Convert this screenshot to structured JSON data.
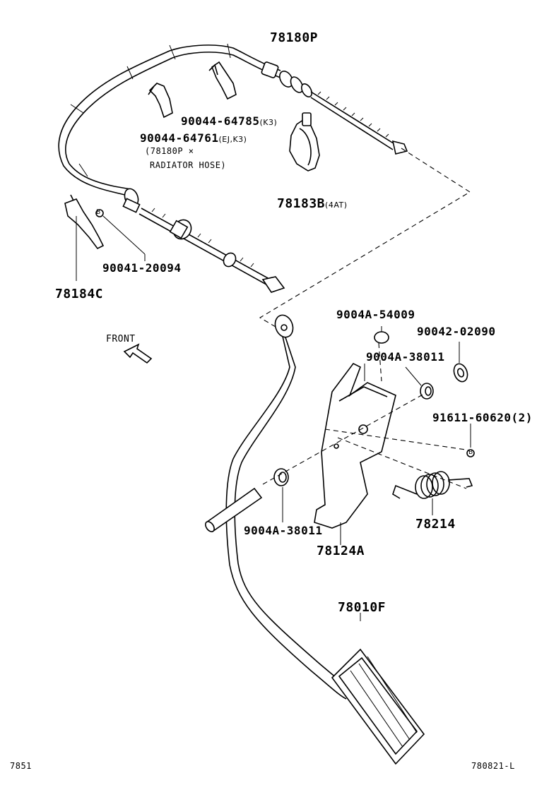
{
  "diagram": {
    "parts": {
      "cable": "78180P",
      "clip_k3": "90044-64785",
      "clip_k3_note": "(K3)",
      "clip_ejk3": "90044-64761",
      "clip_ejk3_note": "(EJ,K3)",
      "clip_ejk3_sub1": "(78180P ×",
      "clip_ejk3_sub2": "RADIATOR HOSE)",
      "clamp": "78183B",
      "clamp_note": "(4AT)",
      "clip_bracket": "90041-20094",
      "bracket": "78184C",
      "grommet_top": "9004A-54009",
      "washer": "90042-02090",
      "bushing_right": "9004A-38011",
      "stud": "91611-60620",
      "stud_qty": "(2)",
      "spring": "78214",
      "bushing_left": "9004A-38011",
      "pedal_bracket": "78124A",
      "pedal": "78010F"
    },
    "front_label": "FRONT",
    "ref_marker": "B",
    "footer_left": "7851",
    "footer_right": "780821-L"
  }
}
